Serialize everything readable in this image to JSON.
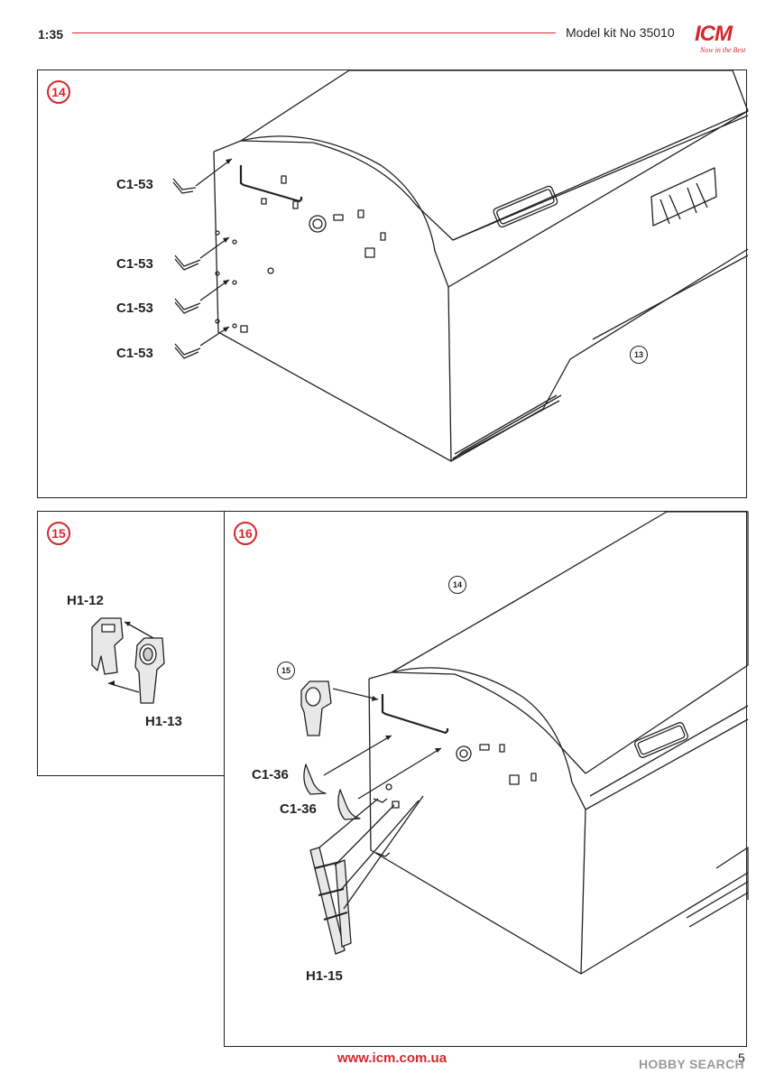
{
  "header": {
    "scale": "1:35",
    "kit": "Model kit No 35010",
    "logo": "ICM",
    "logo_tagline": "Now in the Best"
  },
  "steps": {
    "s14": {
      "number": "14",
      "ref": "13",
      "labels": [
        "C1-53",
        "C1-53",
        "C1-53",
        "C1-53"
      ]
    },
    "s15": {
      "number": "15",
      "labels": [
        "H1-12",
        "H1-13"
      ]
    },
    "s16": {
      "number": "16",
      "ref_top": "14",
      "ref_sub": "15",
      "labels": [
        "C1-36",
        "C1-36",
        "H1-15"
      ]
    }
  },
  "footer": {
    "url": "www.icm.com.ua",
    "page": "5",
    "watermark": "HOBBY SEARCH"
  },
  "colors": {
    "accent": "#d7262c",
    "ink": "#231f20",
    "watermark": "#9a9a9a"
  }
}
